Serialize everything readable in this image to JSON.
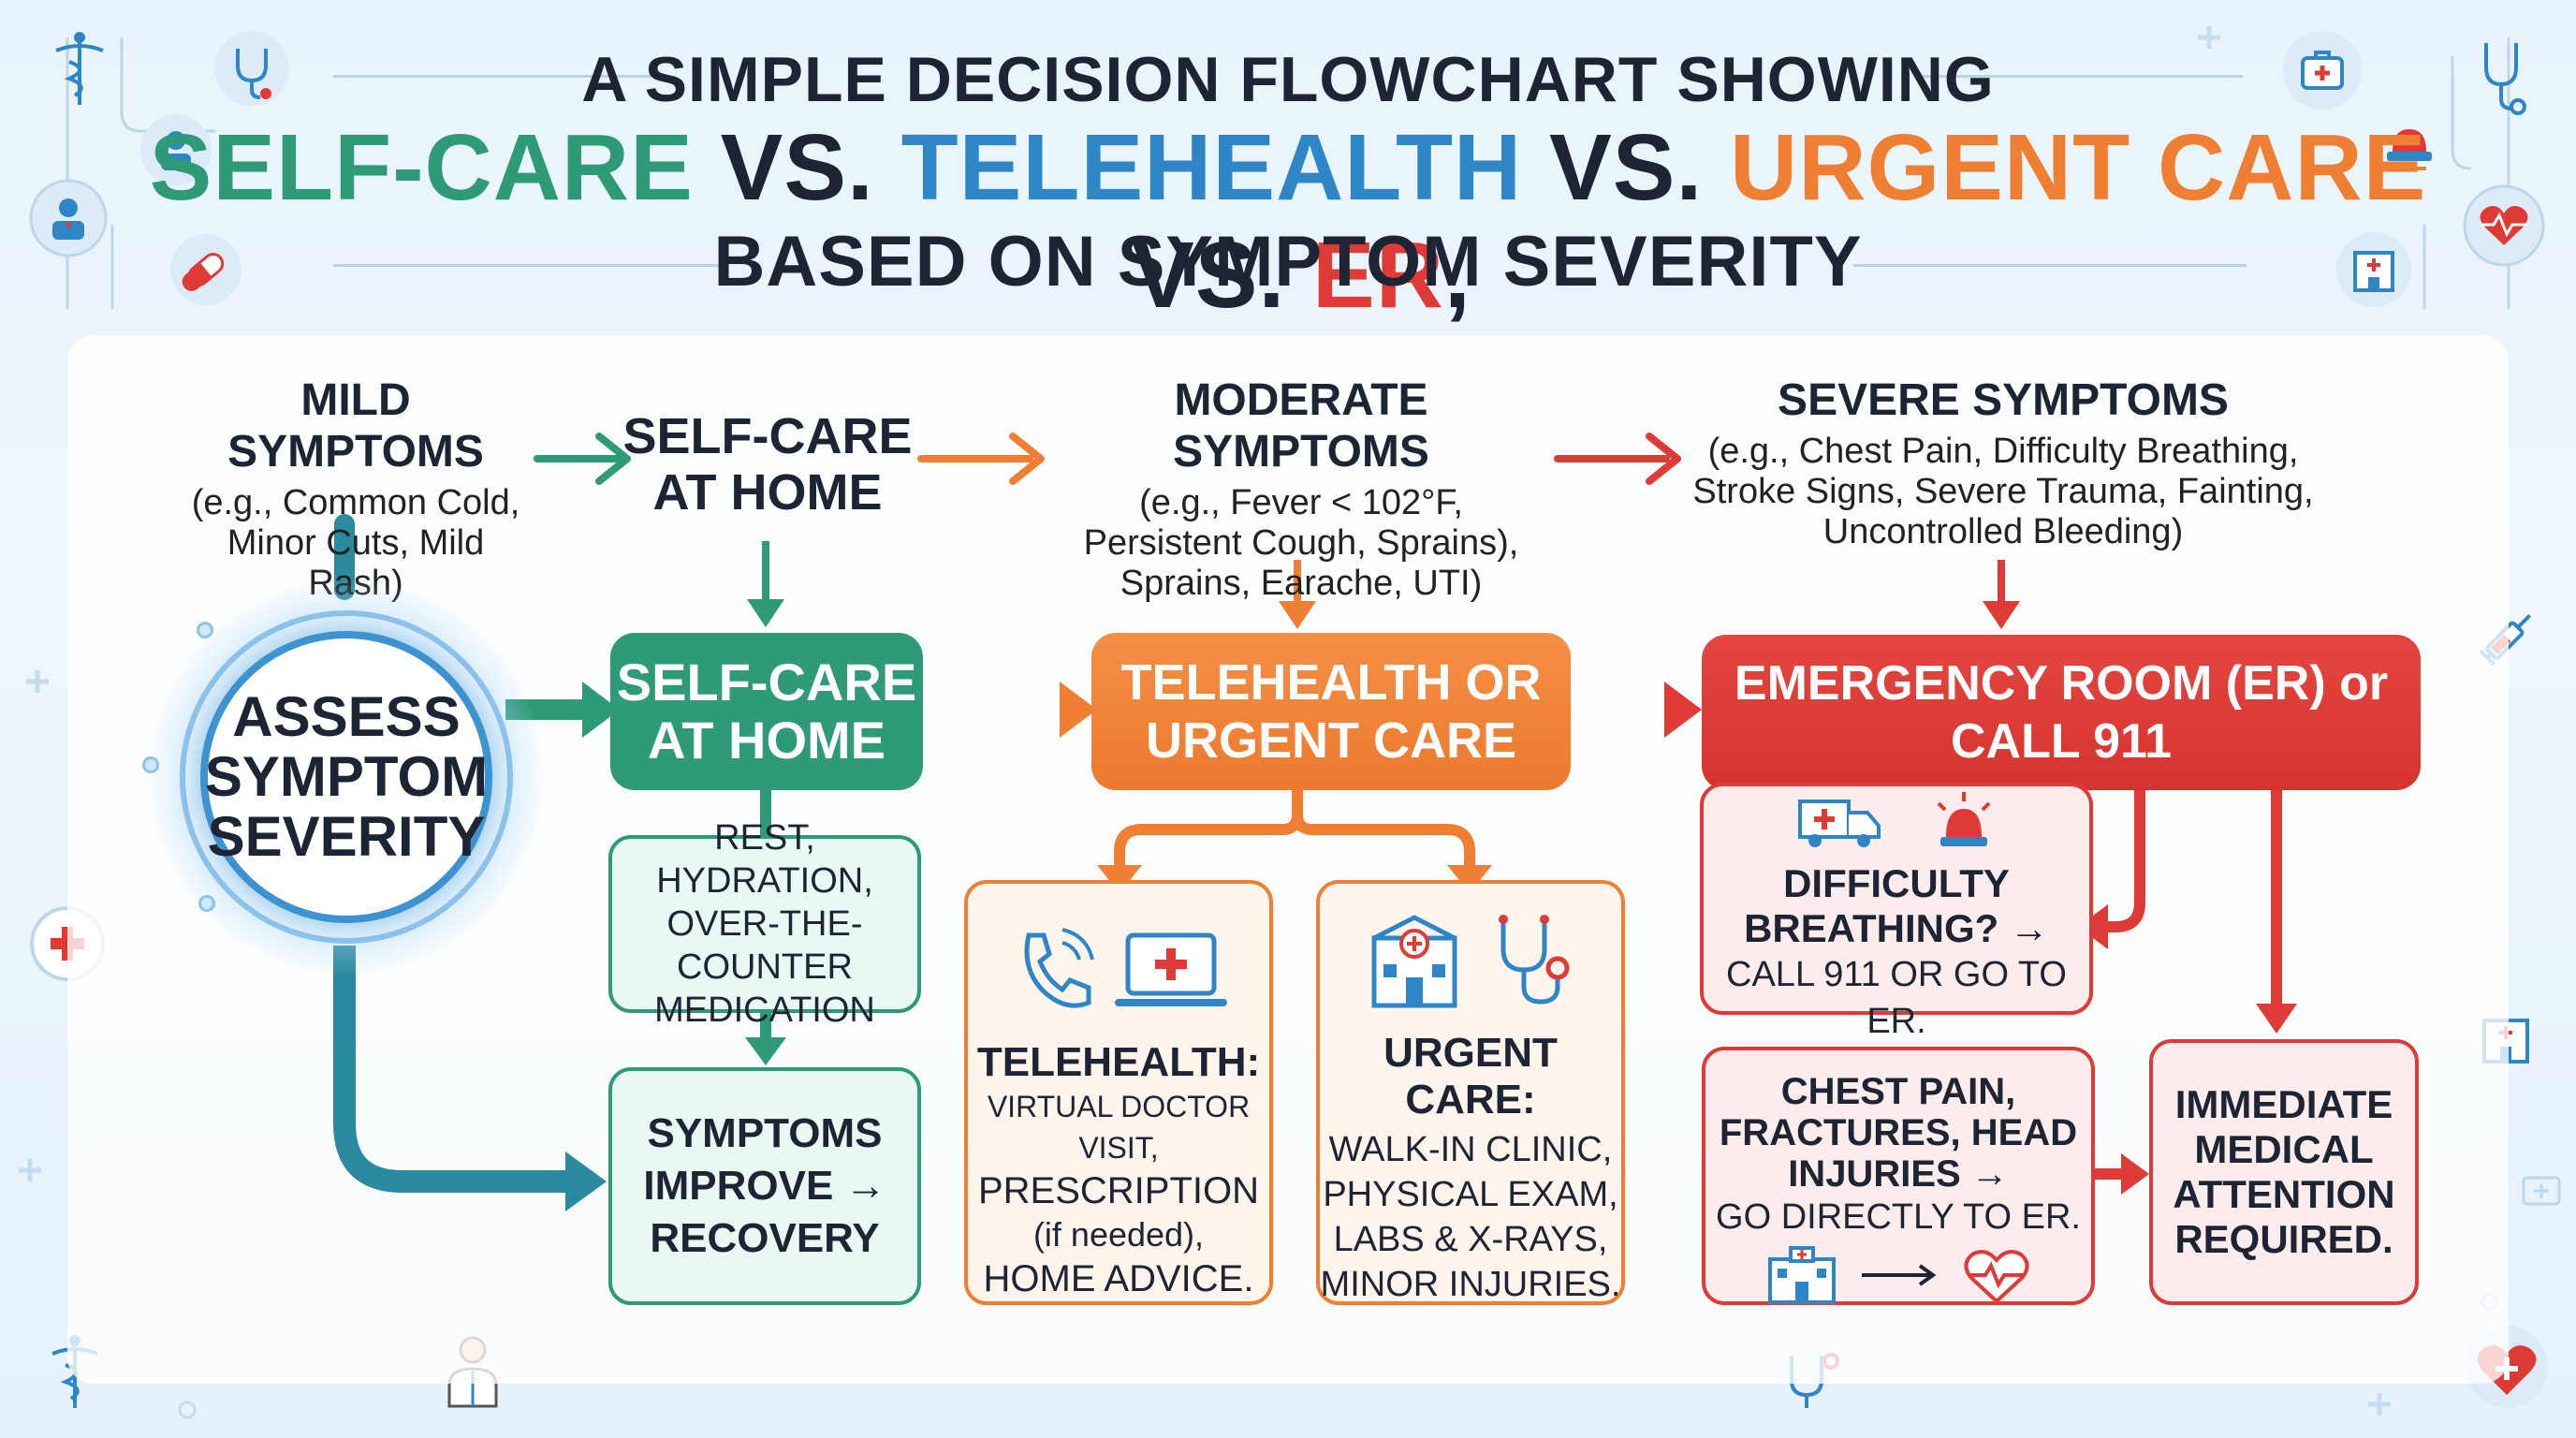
{
  "title": {
    "line1": "A SIMPLE DECISION FLOWCHART SHOWING",
    "part1": "SELF-CARE",
    "vs1": " VS. ",
    "part2": "TELEHEALTH",
    "vs2": " VS. ",
    "part3": "URGENT CARE",
    "vs3": " VS. ",
    "part4": "ER",
    "comma": ",",
    "line3": "BASED ON SYMPTOM SEVERITY"
  },
  "colors": {
    "selfcare": "#2e9a78",
    "telehealth": "#2f86c6",
    "urgent": "#ef7f32",
    "er": "#de3b36"
  },
  "headers": {
    "mild": {
      "title": "MILD SYMPTOMS",
      "sub": "(e.g., Common Cold,\nMinor Cuts, Mild Rash)"
    },
    "selfcare": {
      "title": "SELF-CARE\nAT HOME"
    },
    "moderate": {
      "title": "MODERATE SYMPTOMS",
      "sub": "(e.g., Fever < 102°F,\nPersistent Cough, Sprains),\nSprains, Earache, UTI)"
    },
    "severe": {
      "title": "SEVERE SYMPTOMS",
      "sub": "(e.g., Chest Pain, Difficulty Breathing,\nStroke Signs, Severe Trauma, Fainting,\nUncontrolled Bleeding)"
    }
  },
  "nodes": {
    "assess": "ASSESS\nSYMPTOM\nSEVERITY",
    "selfcare": "SELF-CARE\nAT HOME",
    "tele_urgent": "TELEHEALTH OR\nURGENT CARE",
    "er": "EMERGENCY ROOM (ER) or\nCALL 911"
  },
  "boxes": {
    "rest": "REST, HYDRATION,\nOVER-THE-COUNTER\nMEDICATION",
    "improve": "SYMPTOMS\nIMPROVE →\nRECOVERY",
    "telehealth_title": "TELEHEALTH:",
    "telehealth_l1": "VIRTUAL DOCTOR VISIT,",
    "telehealth_l2": "PRESCRIPTION",
    "telehealth_l3": "(if needed),",
    "telehealth_l4": "HOME ADVICE.",
    "urgent_title": "URGENT CARE:",
    "urgent_body": "WALK-IN CLINIC,\nPHYSICAL EXAM,\nLABS & X-RAYS,\nMINOR INJURIES.",
    "breathing_title": "DIFFICULTY\nBREATHING? →",
    "breathing_body": "CALL 911 OR GO TO ER.",
    "chest_title": "CHEST PAIN,\nFRACTURES, HEAD\nINJURIES →",
    "chest_body": "GO DIRECTLY TO ER.",
    "immediate": "IMMEDIATE\nMEDICAL\nATTENTION\nREQUIRED."
  },
  "icons": {
    "decor": [
      "caduceus-icon",
      "stethoscope-icon",
      "patient-icon",
      "doctor-icon",
      "pill-icon",
      "first-aid-kit-icon",
      "siren-icon",
      "heart-monitor-icon",
      "hospital-icon",
      "syringe-icon",
      "heart-cross-icon",
      "medical-cross-icon"
    ],
    "flow": [
      "phone-icon",
      "laptop-medical-icon",
      "clinic-icon",
      "stethoscope-icon",
      "ambulance-icon",
      "siren-icon",
      "hospital-icon",
      "heartbeat-icon"
    ]
  }
}
